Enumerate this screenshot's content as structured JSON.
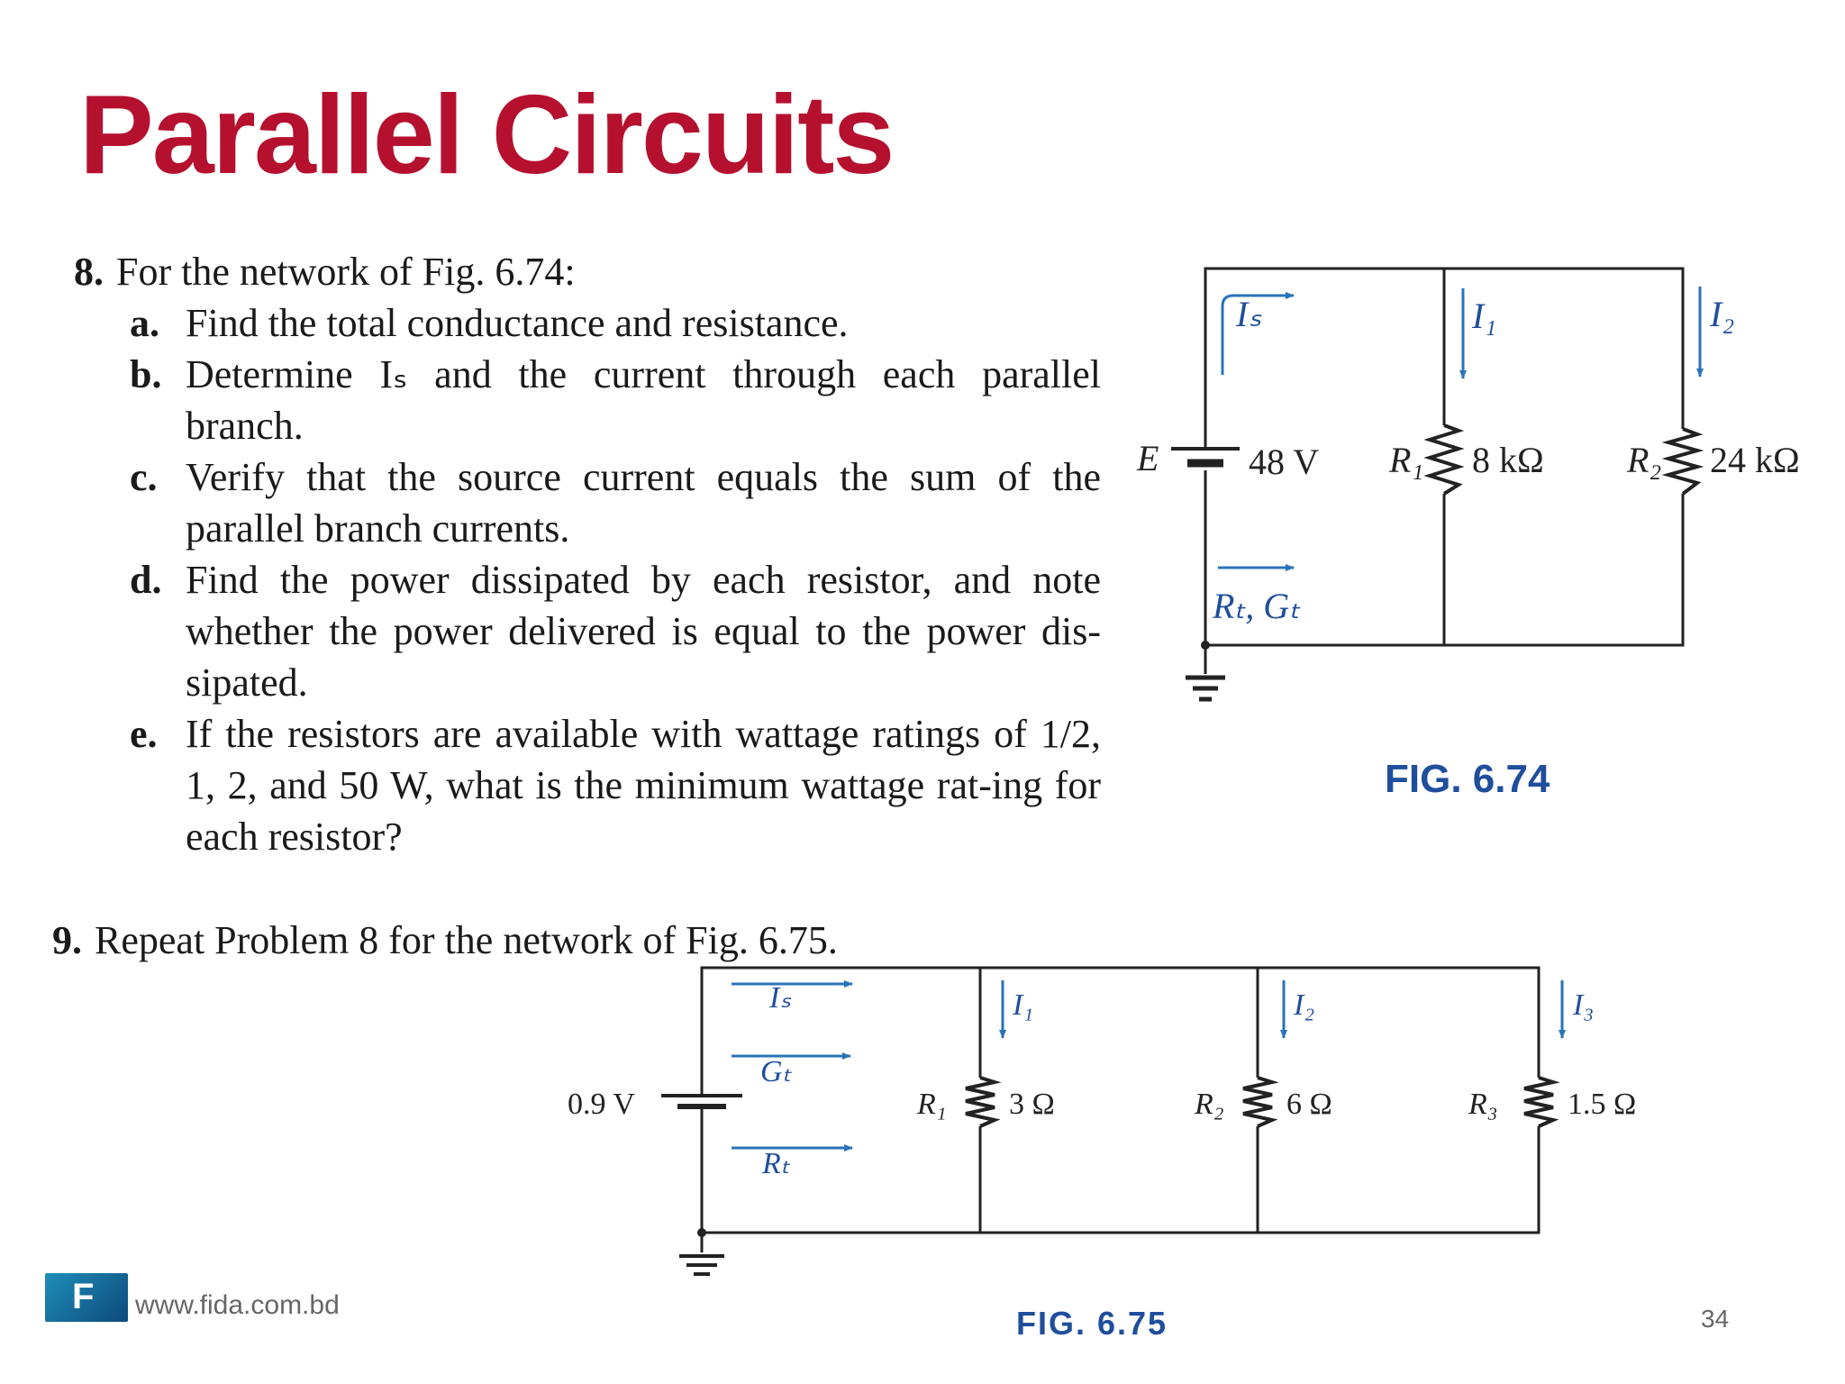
{
  "title": "Parallel Circuits",
  "problem8": {
    "number": "8.",
    "text": "For the network of Fig. 6.74:",
    "items": [
      {
        "label": "a.",
        "text": "Find the total conductance and resistance."
      },
      {
        "label": "b.",
        "text": "Determine Iₛ and the current through each parallel branch."
      },
      {
        "label": "c.",
        "text": "Verify that the source current equals the sum of the parallel branch currents."
      },
      {
        "label": "d.",
        "text": "Find the power dissipated by each resistor, and note whether the power delivered is equal to the power dis-sipated."
      },
      {
        "label": "e.",
        "text": "If the resistors are available with wattage ratings of 1/2, 1, 2, and 50 W, what is the minimum wattage rat-ing for each resistor?"
      }
    ]
  },
  "problem9": {
    "number": "9.",
    "text": "Repeat Problem 8 for the network of Fig. 6.75."
  },
  "fig674": {
    "caption": "FIG. 6.74",
    "source_label": "E",
    "source_value": "48 V",
    "is_label": "Iₛ",
    "i1_label": "I₁",
    "i2_label": "I₂",
    "r1_label": "R₁",
    "r1_value": "8 kΩ",
    "r2_label": "R₂",
    "r2_value": "24 kΩ",
    "rt_gt_label": "Rₜ, Gₜ"
  },
  "fig675": {
    "caption": "FIG. 6.75",
    "source_value": "0.9 V",
    "is_label": "Iₛ",
    "gt_label": "Gₜ",
    "rt_label": "Rₜ",
    "i1_label": "I₁",
    "i2_label": "I₂",
    "i3_label": "I₃",
    "r1_label": "R₁",
    "r1_value": "3 Ω",
    "r2_label": "R₂",
    "r2_value": "6 Ω",
    "r3_label": "R₃",
    "r3_value": "1.5 Ω"
  },
  "footer": {
    "url": "www.fida.com.bd",
    "logo_letter": "F",
    "page_number": "34"
  },
  "colors": {
    "title": "#b5112f",
    "figure_blue": "#1f4e9c",
    "arrow_blue": "#2a73b8"
  }
}
